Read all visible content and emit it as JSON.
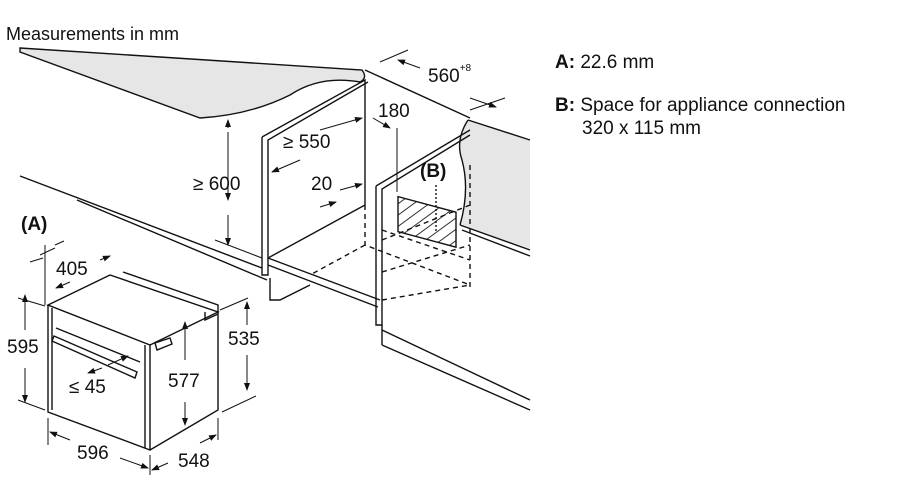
{
  "title": "Measurements in mm",
  "legend": [
    {
      "key": "A:",
      "text": "22.6 mm"
    },
    {
      "key": "B:",
      "text": "Space for appliance connection",
      "text2": "320 x 115 mm"
    }
  ],
  "dimensions": {
    "cabinet_depth": "560",
    "cabinet_depth_tolerance": "+8",
    "connection_offset": "180",
    "min_depth": "≥ 550",
    "min_height": "≥ 600",
    "gap": "20",
    "marker_b": "(B)",
    "marker_a": "(A)",
    "oven_depth_front": "405",
    "oven_height": "595",
    "oven_body_height": "535",
    "oven_inner_height": "577",
    "handle_depth": "≤ 45",
    "oven_width": "596",
    "oven_depth": "548"
  }
}
